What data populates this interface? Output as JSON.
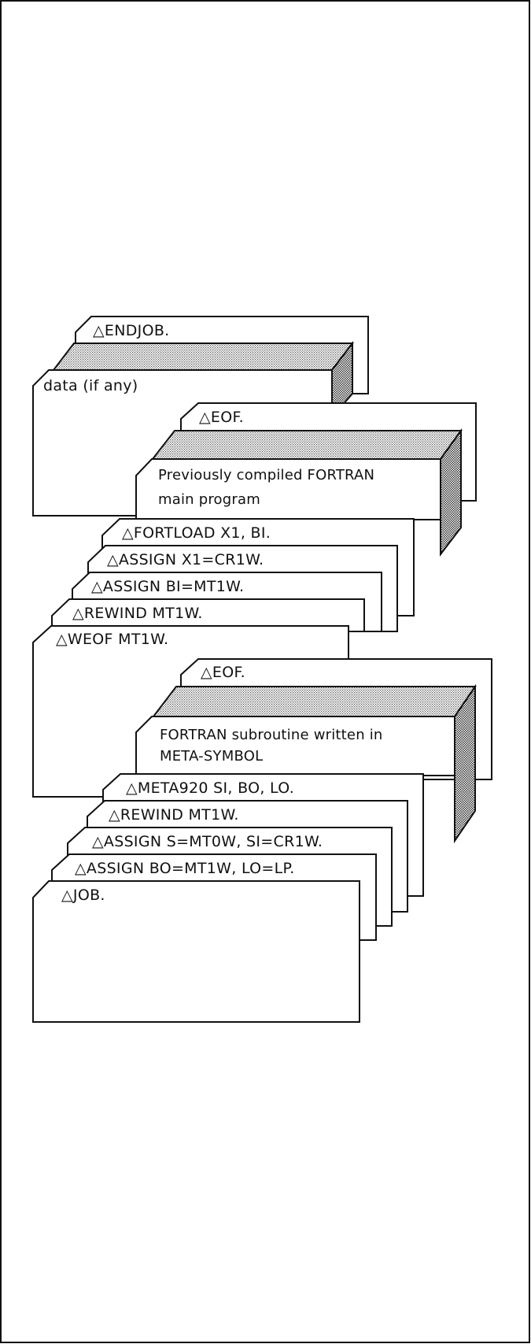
{
  "cards": {
    "endjob": "△ENDJOB.",
    "data": "data (if any)",
    "eof_1": "△EOF.",
    "main_program_line1": "Previously compiled FORTRAN",
    "main_program_line2": "main program",
    "fortload": "△FORTLOAD X1,  BI.",
    "assign_x1": "△ASSIGN X1=CR1W.",
    "assign_bi": "△ASSIGN BI=MT1W.",
    "rewind_1": "△REWIND MT1W.",
    "weof": "△WEOF MT1W.",
    "eof_2": "△EOF.",
    "subroutine_line1": "FORTRAN subroutine written in",
    "subroutine_line2": "META-SYMBOL",
    "meta920": "△META920 SI,  BO,  LO.",
    "rewind_2": "△REWIND MT1W.",
    "assign_s_si": "△ASSIGN S=MT0W,  SI=CR1W.",
    "assign_bo_lo": "△ASSIGN BO=MT1W,  LO=LP.",
    "job": "△JOB."
  }
}
